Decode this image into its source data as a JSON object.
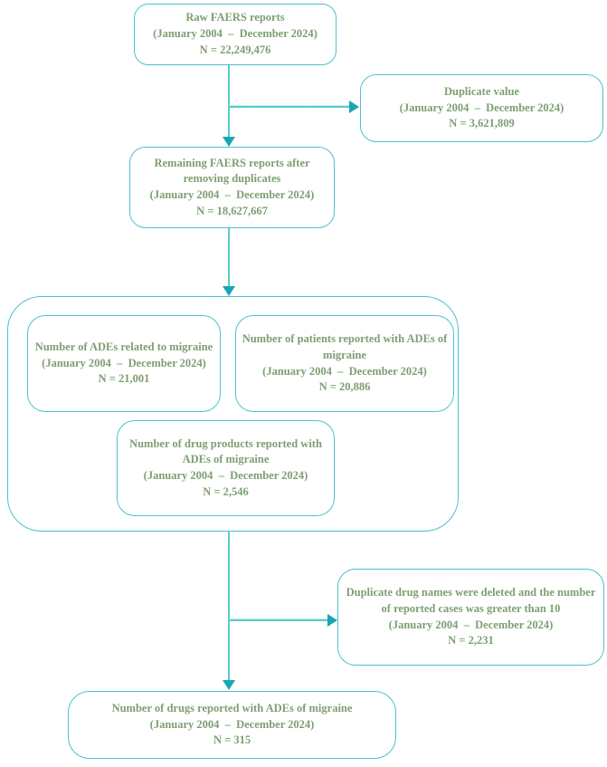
{
  "flowchart": {
    "boxes": {
      "raw": {
        "title": "Raw FAERS reports",
        "period": "(January 2004  –  December 2024)",
        "n": "N = 22,249,476"
      },
      "duplicate": {
        "title": "Duplicate value",
        "period": "(January 2004  –  December 2024)",
        "n": "N = 3,621,809"
      },
      "remaining": {
        "title": "Remaining FAERS reports after removing duplicates",
        "period": "(January 2004  –  December 2024)",
        "n": "N = 18,627,667"
      },
      "ades": {
        "title": "Number of ADEs related to migraine",
        "period": "(January 2004  –  December 2024)",
        "n": "N = 21,001"
      },
      "patients": {
        "title": "Number of patients reported with ADEs of migraine",
        "period": "(January 2004  –  December 2024)",
        "n": "N = 20,886"
      },
      "drug_products": {
        "title": "Number of drug products reported with ADEs of migraine",
        "period": "(January 2004  –  December 2024)",
        "n": "N = 2,546"
      },
      "dedup_drugs": {
        "title": "Duplicate drug names were deleted and the number of reported cases was greater than 10",
        "period": "(January 2004  –  December 2024)",
        "n": "N = 2,231"
      },
      "final": {
        "title": "Number of drugs reported with ADEs of migraine",
        "period": "(January 2004  –  December 2024)",
        "n": "N = 315"
      }
    },
    "colors": {
      "box_border": "#4cc2cc",
      "connector_line": "#59cdc7",
      "arrowhead": "#18a6b4",
      "text": "#7d9f72",
      "background": "#ffffff"
    }
  }
}
